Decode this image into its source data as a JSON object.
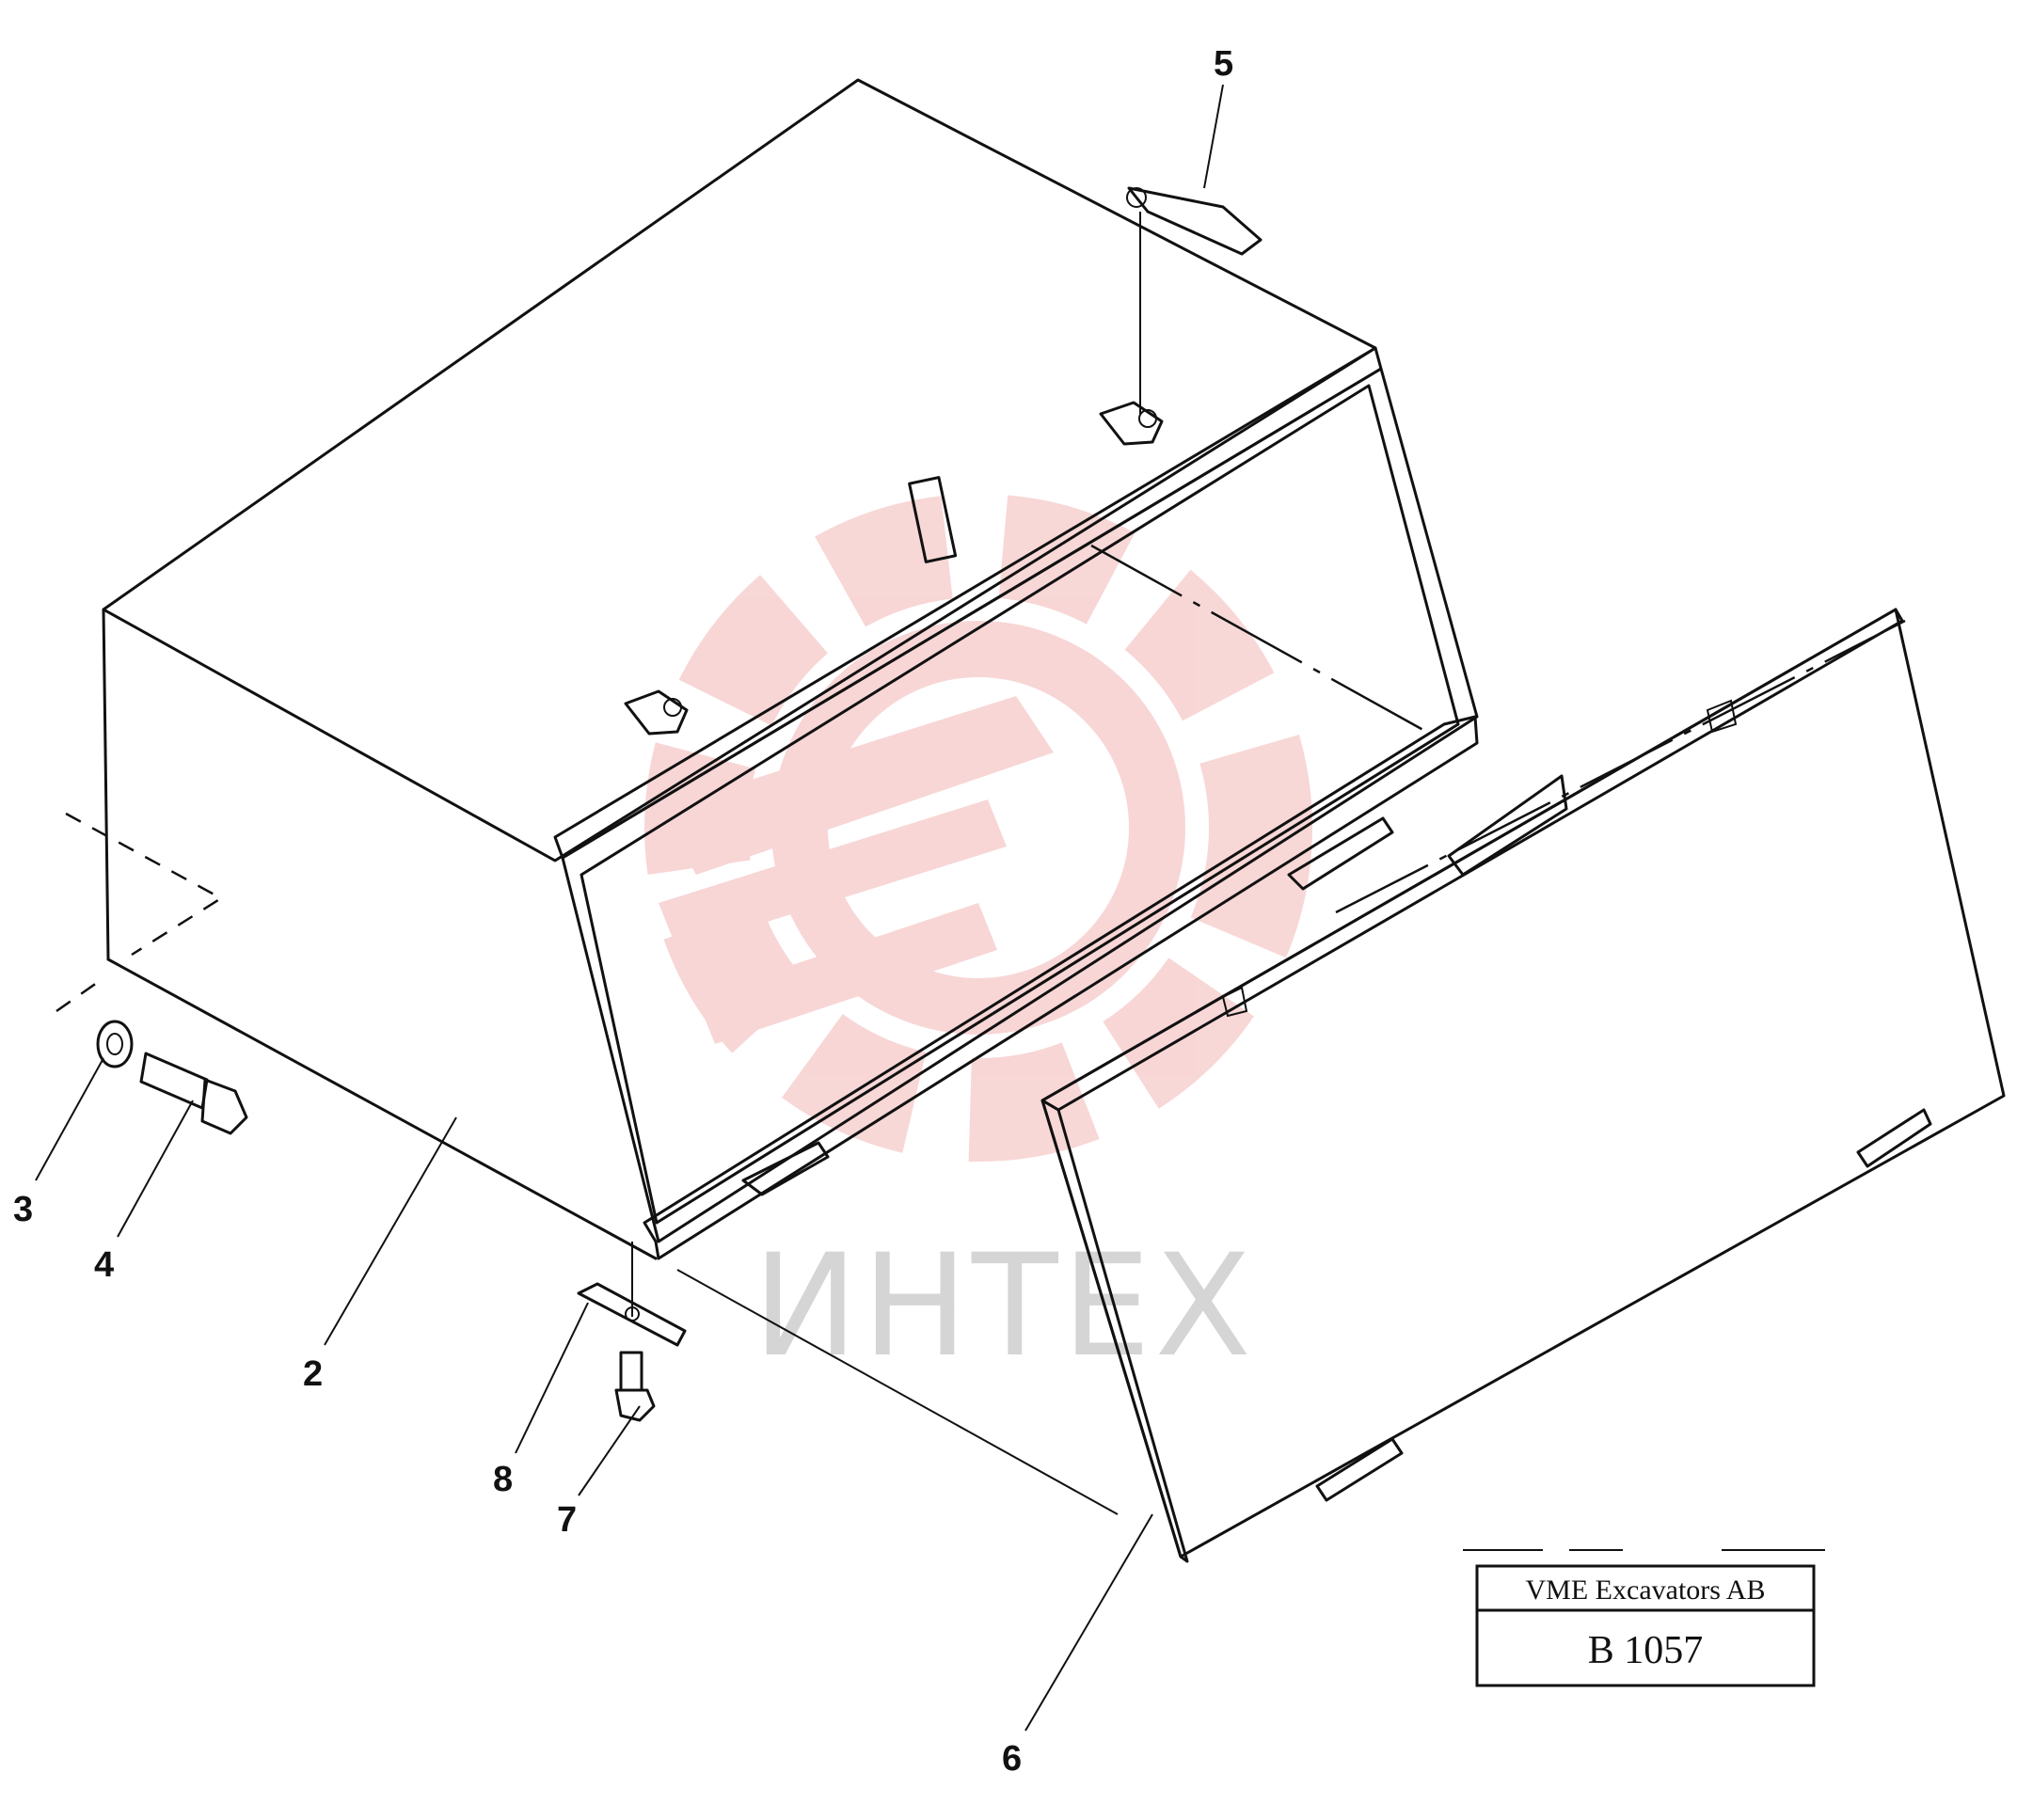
{
  "callouts": {
    "c2": "2",
    "c3": "3",
    "c4": "4",
    "c5": "5",
    "c6": "6",
    "c7": "7",
    "c8": "8"
  },
  "watermark": {
    "text": "ИНТЕХ",
    "color": "#e04a4a"
  },
  "title_block": {
    "company": "VME Excavators AB",
    "drawing_number": "B 1057"
  }
}
